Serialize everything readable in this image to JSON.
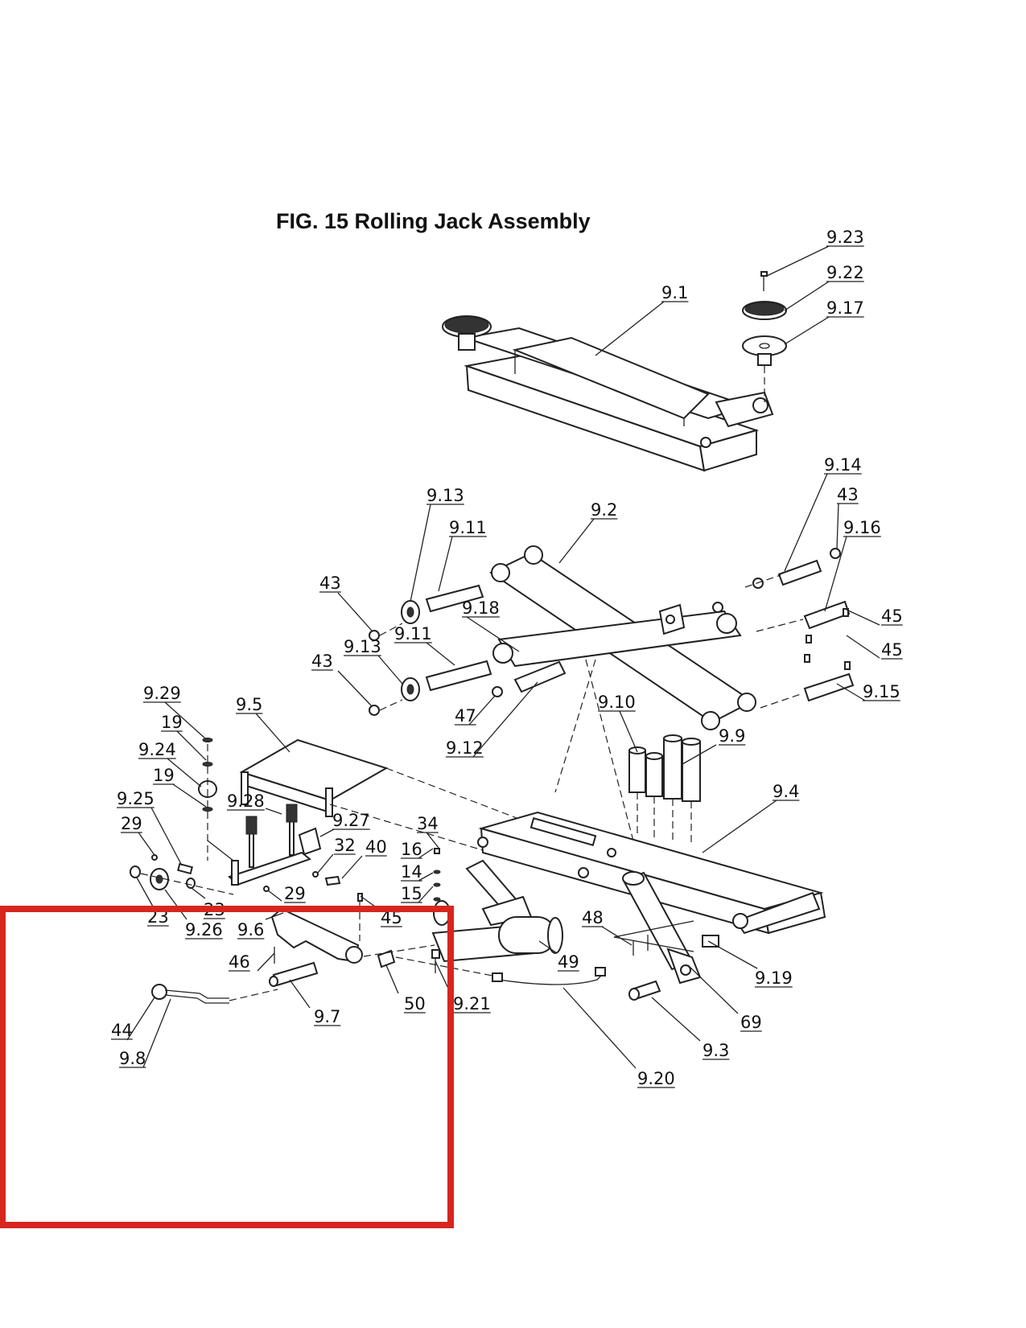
{
  "title": "FIG. 15  Rolling Jack Assembly",
  "colors": {
    "ink": "#222222",
    "highlight": "#d7261e",
    "background": "#ffffff"
  },
  "labels": [
    {
      "id": "l-9-23",
      "text": "9.23"
    },
    {
      "id": "l-9-22",
      "text": "9.22"
    },
    {
      "id": "l-9-1",
      "text": "9.1"
    },
    {
      "id": "l-9-17",
      "text": "9.17"
    },
    {
      "id": "l-9-14",
      "text": "9.14"
    },
    {
      "id": "l-43a",
      "text": "43"
    },
    {
      "id": "l-9-13a",
      "text": "9.13"
    },
    {
      "id": "l-9-2",
      "text": "9.2"
    },
    {
      "id": "l-9-11a",
      "text": "9.11"
    },
    {
      "id": "l-9-16",
      "text": "9.16"
    },
    {
      "id": "l-43b",
      "text": "43"
    },
    {
      "id": "l-9-18",
      "text": "9.18"
    },
    {
      "id": "l-45a",
      "text": "45"
    },
    {
      "id": "l-9-13b",
      "text": "9.13"
    },
    {
      "id": "l-9-11b",
      "text": "9.11"
    },
    {
      "id": "l-45b",
      "text": "45"
    },
    {
      "id": "l-43c",
      "text": "43"
    },
    {
      "id": "l-9-15",
      "text": "9.15"
    },
    {
      "id": "l-9-29",
      "text": "9.29"
    },
    {
      "id": "l-9-5",
      "text": "9.5"
    },
    {
      "id": "l-9-10",
      "text": "9.10"
    },
    {
      "id": "l-47",
      "text": "47"
    },
    {
      "id": "l-19a",
      "text": "19"
    },
    {
      "id": "l-9-12",
      "text": "9.12"
    },
    {
      "id": "l-9-9",
      "text": "9.9"
    },
    {
      "id": "l-9-24",
      "text": "9.24"
    },
    {
      "id": "l-19b",
      "text": "19"
    },
    {
      "id": "l-9-4",
      "text": "9.4"
    },
    {
      "id": "l-9-25",
      "text": "9.25"
    },
    {
      "id": "l-9-28",
      "text": "9.28"
    },
    {
      "id": "l-9-27",
      "text": "9.27"
    },
    {
      "id": "l-29a",
      "text": "29"
    },
    {
      "id": "l-34",
      "text": "34"
    },
    {
      "id": "l-32",
      "text": "32"
    },
    {
      "id": "l-40",
      "text": "40"
    },
    {
      "id": "l-16",
      "text": "16"
    },
    {
      "id": "l-14",
      "text": "14"
    },
    {
      "id": "l-29b",
      "text": "29"
    },
    {
      "id": "l-15",
      "text": "15"
    },
    {
      "id": "l-23a",
      "text": "23"
    },
    {
      "id": "l-23b",
      "text": "23"
    },
    {
      "id": "l-45c",
      "text": "45"
    },
    {
      "id": "l-48",
      "text": "48"
    },
    {
      "id": "l-9-26",
      "text": "9.26"
    },
    {
      "id": "l-9-6",
      "text": "9.6"
    },
    {
      "id": "l-46",
      "text": "46"
    },
    {
      "id": "l-49",
      "text": "49"
    },
    {
      "id": "l-9-19",
      "text": "9.19"
    },
    {
      "id": "l-50",
      "text": "50"
    },
    {
      "id": "l-9-21",
      "text": "9.21"
    },
    {
      "id": "l-9-7",
      "text": "9.7"
    },
    {
      "id": "l-69",
      "text": "69"
    },
    {
      "id": "l-44",
      "text": "44"
    },
    {
      "id": "l-9-3",
      "text": "9.3"
    },
    {
      "id": "l-9-8",
      "text": "9.8"
    },
    {
      "id": "l-9-20",
      "text": "9.20"
    }
  ]
}
